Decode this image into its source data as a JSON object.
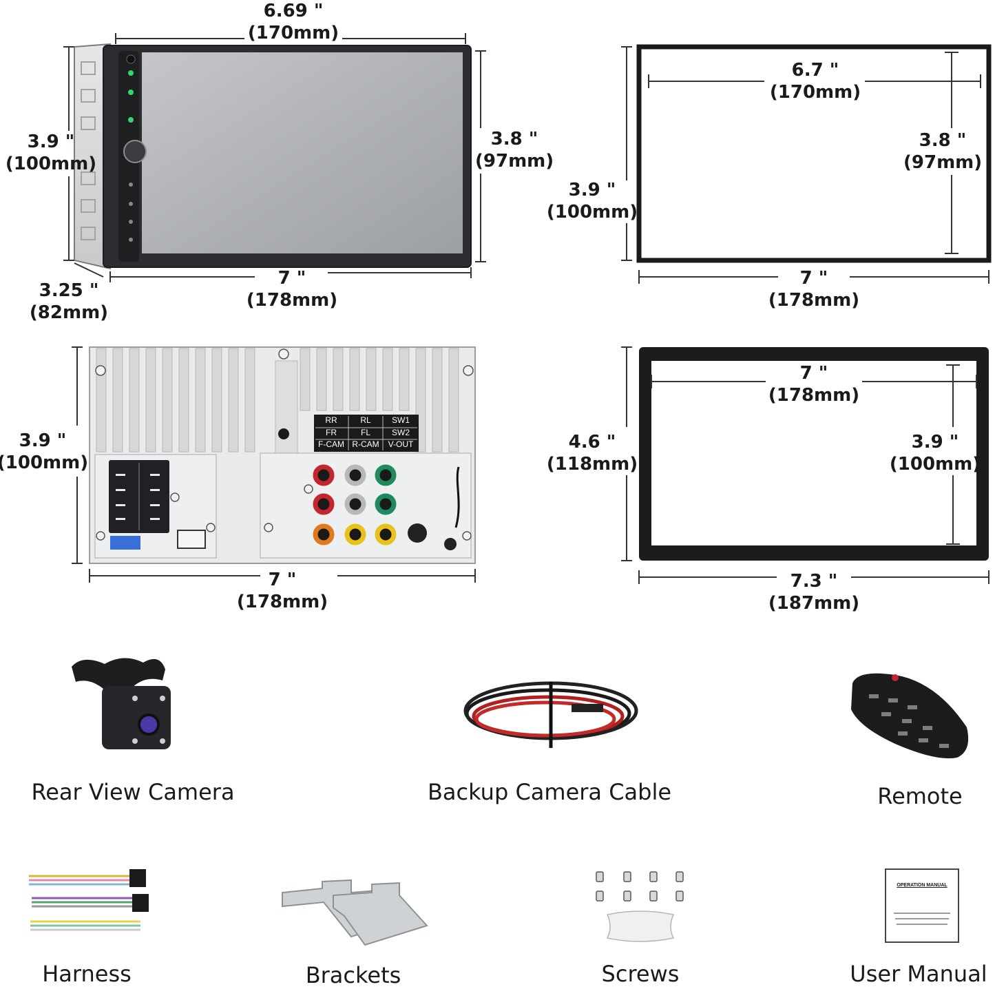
{
  "dims": {
    "front_width_in": "6.69 \"",
    "front_width_mm": "(170mm)",
    "front_height_in": "3.9 \"",
    "front_height_mm": "(100mm)",
    "screen_height_in": "3.8 \"",
    "screen_height_mm": "(97mm)",
    "front_bottom_in": "7 \"",
    "front_bottom_mm": "(178mm)",
    "depth_in": "3.25 \"",
    "depth_mm": "(82mm)",
    "cut_inner_w_in": "6.7 \"",
    "cut_inner_w_mm": "(170mm)",
    "cut_inner_h_in": "3.8 \"",
    "cut_inner_h_mm": "(97mm)",
    "cut_outer_h_in": "3.9 \"",
    "cut_outer_h_mm": "(100mm)",
    "cut_outer_w_in": "7 \"",
    "cut_outer_w_mm": "(178mm)",
    "back_h_in": "3.9 \"",
    "back_h_mm": "(100mm)",
    "back_w_in": "7 \"",
    "back_w_mm": "(178mm)",
    "frame_inner_w_in": "7 \"",
    "frame_inner_w_mm": "(178mm)",
    "frame_inner_h_in": "3.9 \"",
    "frame_inner_h_mm": "(100mm)",
    "frame_outer_h_in": "4.6 \"",
    "frame_outer_h_mm": "(118mm)",
    "frame_outer_w_in": "7.3 \"",
    "frame_outer_w_mm": "(187mm)"
  },
  "port_labels": [
    "RR",
    "RL",
    "SW1",
    "FR",
    "FL",
    "SW2",
    "F-CAM",
    "R-CAM",
    "V-OUT"
  ],
  "manual_title": "OPERATION MANUAL",
  "accessories": [
    "Rear View Camera",
    "Backup Camera Cable",
    "Remote",
    "Harness",
    "Brackets",
    "Screws",
    "User Manual"
  ],
  "colors": {
    "rca_red": "#c4262e",
    "rca_white": "#b8b8b8",
    "rca_green": "#1f8a5c",
    "rca_yellow": "#e8c21a",
    "rca_orange": "#e07a1c",
    "connector_blue": "#3a6fd8",
    "indicator_green": "#3bd16f"
  },
  "icons": [
    "screw-icon",
    "rca-jack-icon",
    "camera-icon",
    "cable-icon",
    "remote-icon",
    "harness-icon",
    "bracket-icon",
    "manual-icon"
  ]
}
